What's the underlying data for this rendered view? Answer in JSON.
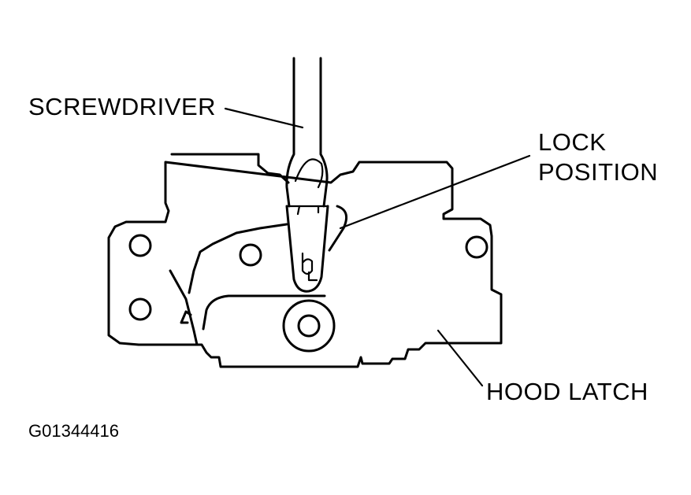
{
  "labels": {
    "screwdriver": "SCREWDRIVER",
    "lock_line1": "LOCK",
    "lock_line2": "POSITION",
    "hood_latch": "HOOD LATCH",
    "figure_code": "G01344416"
  },
  "colors": {
    "ink": "#000000",
    "background": "#ffffff"
  }
}
